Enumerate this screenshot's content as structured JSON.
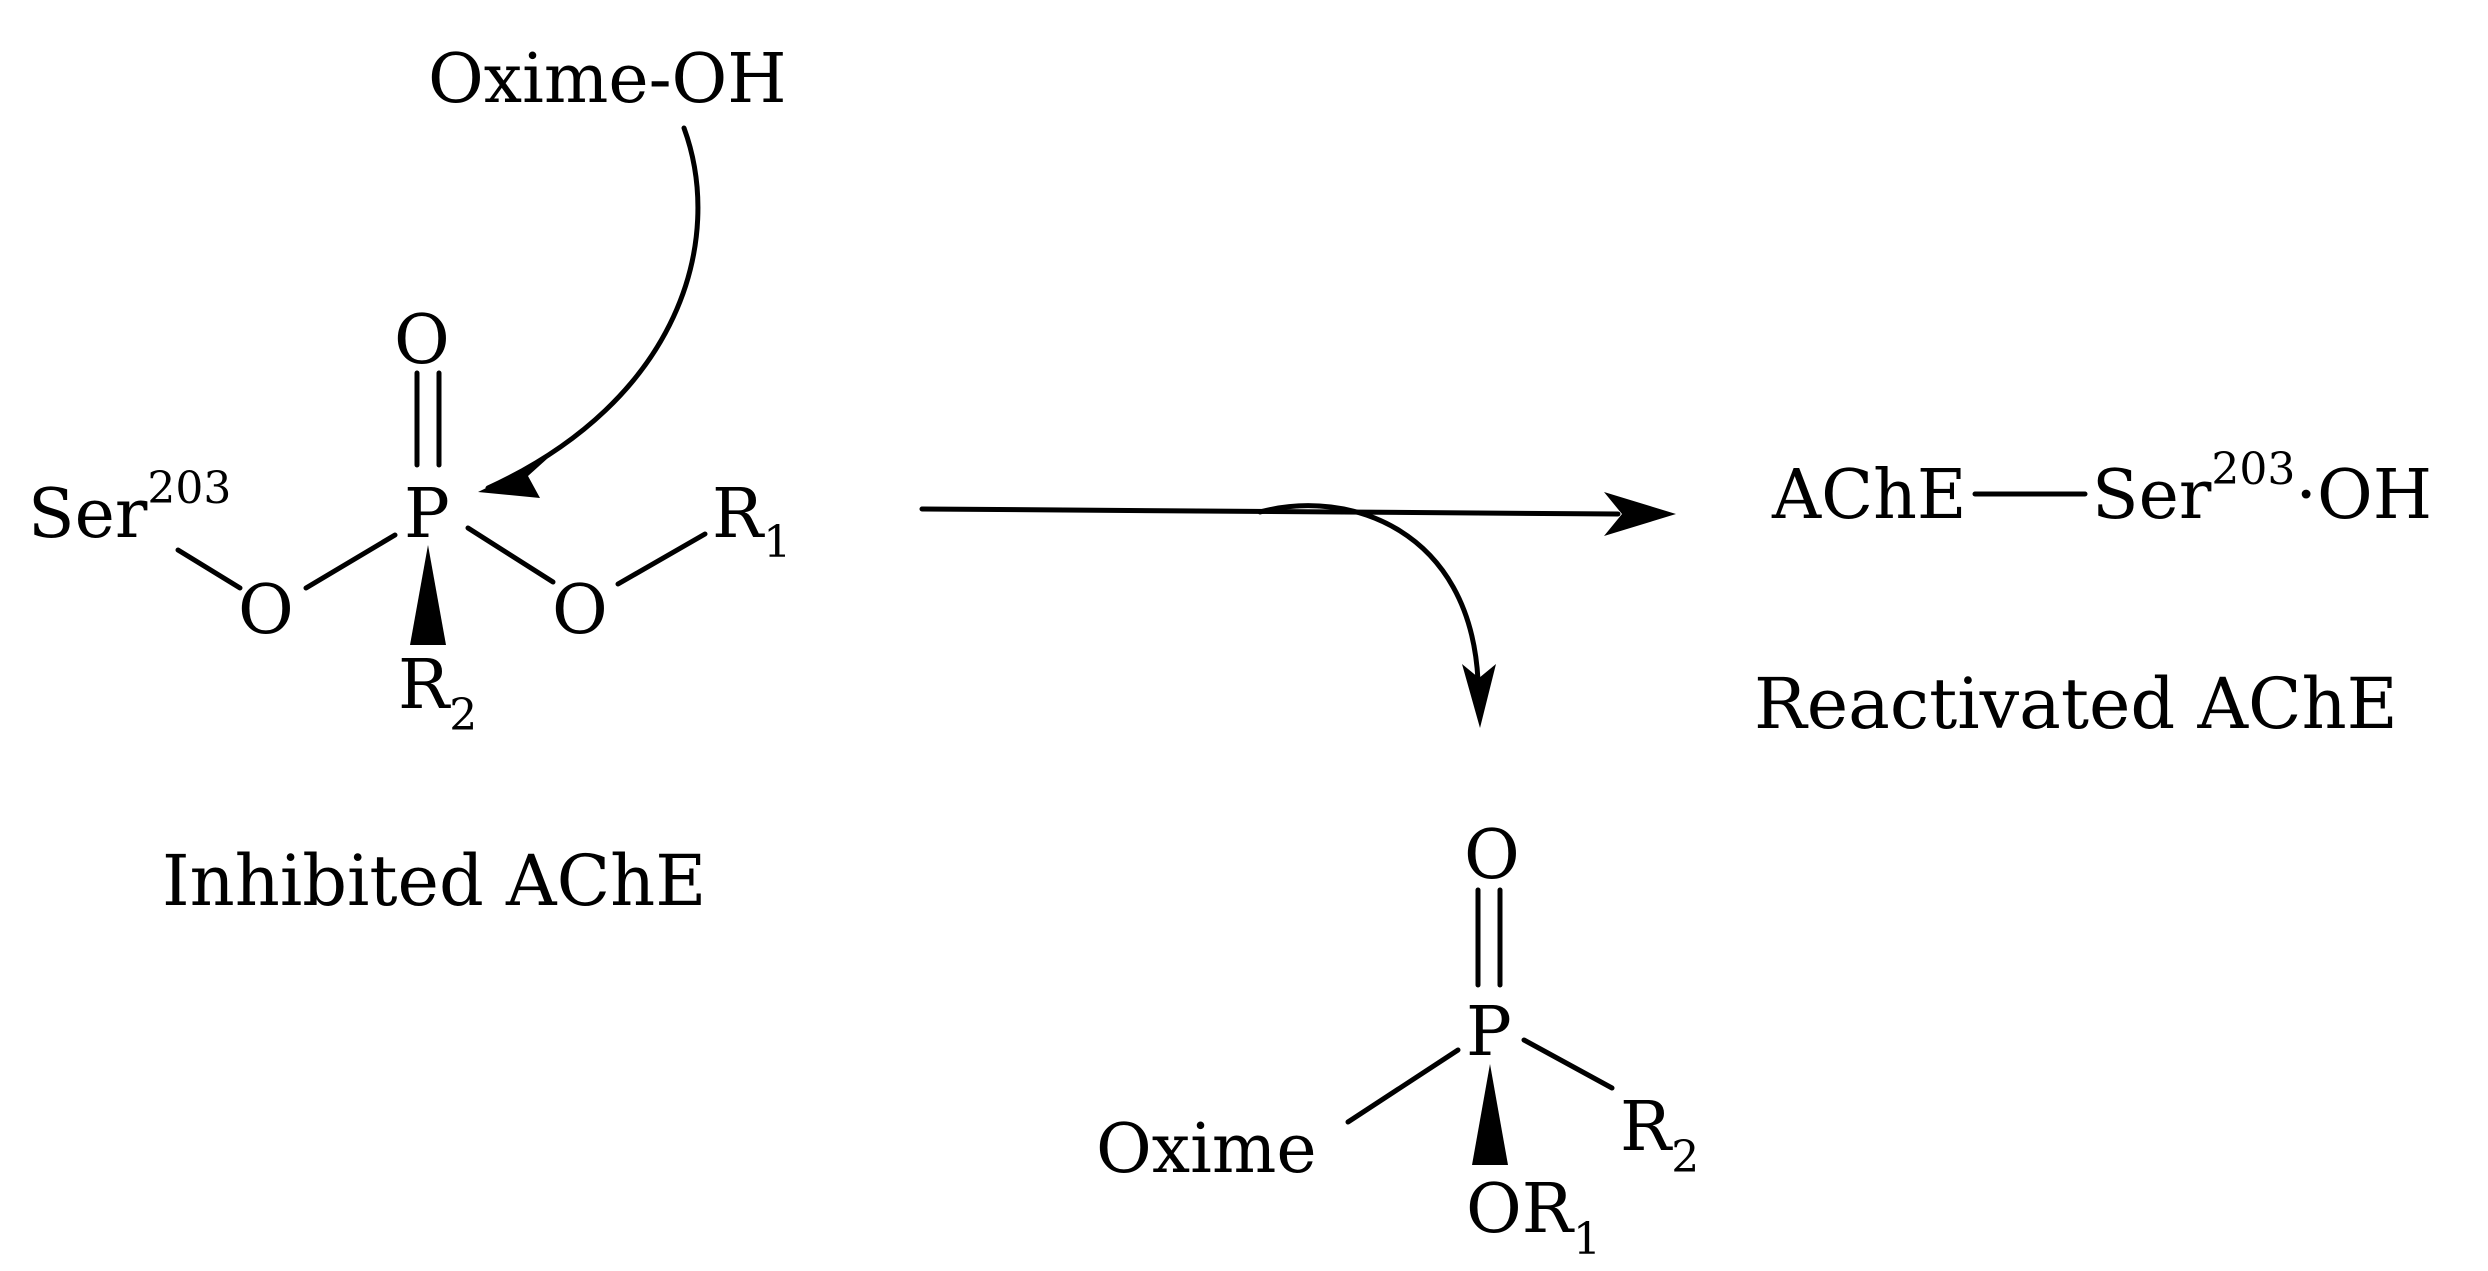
{
  "reagent": {
    "label": "Oxime-OH"
  },
  "inhibited": {
    "o_double": "O",
    "p": "P",
    "ser": "Ser",
    "ser_sup": "203",
    "o_left": "O",
    "o_right": "O",
    "r1": "R",
    "r1_sub": "1",
    "r2": "R",
    "r2_sub": "2",
    "caption": "Inhibited AChE"
  },
  "reactivated": {
    "ache": "AChE",
    "ser": "Ser",
    "ser_sup": "203",
    "dot": "·",
    "oh": "OH",
    "caption": "Reactivated AChE"
  },
  "product": {
    "o_double": "O",
    "p": "P",
    "oxime": "Oxime",
    "r2": "R",
    "r2_sub": "2",
    "or1": "OR",
    "or1_sub": "1"
  }
}
